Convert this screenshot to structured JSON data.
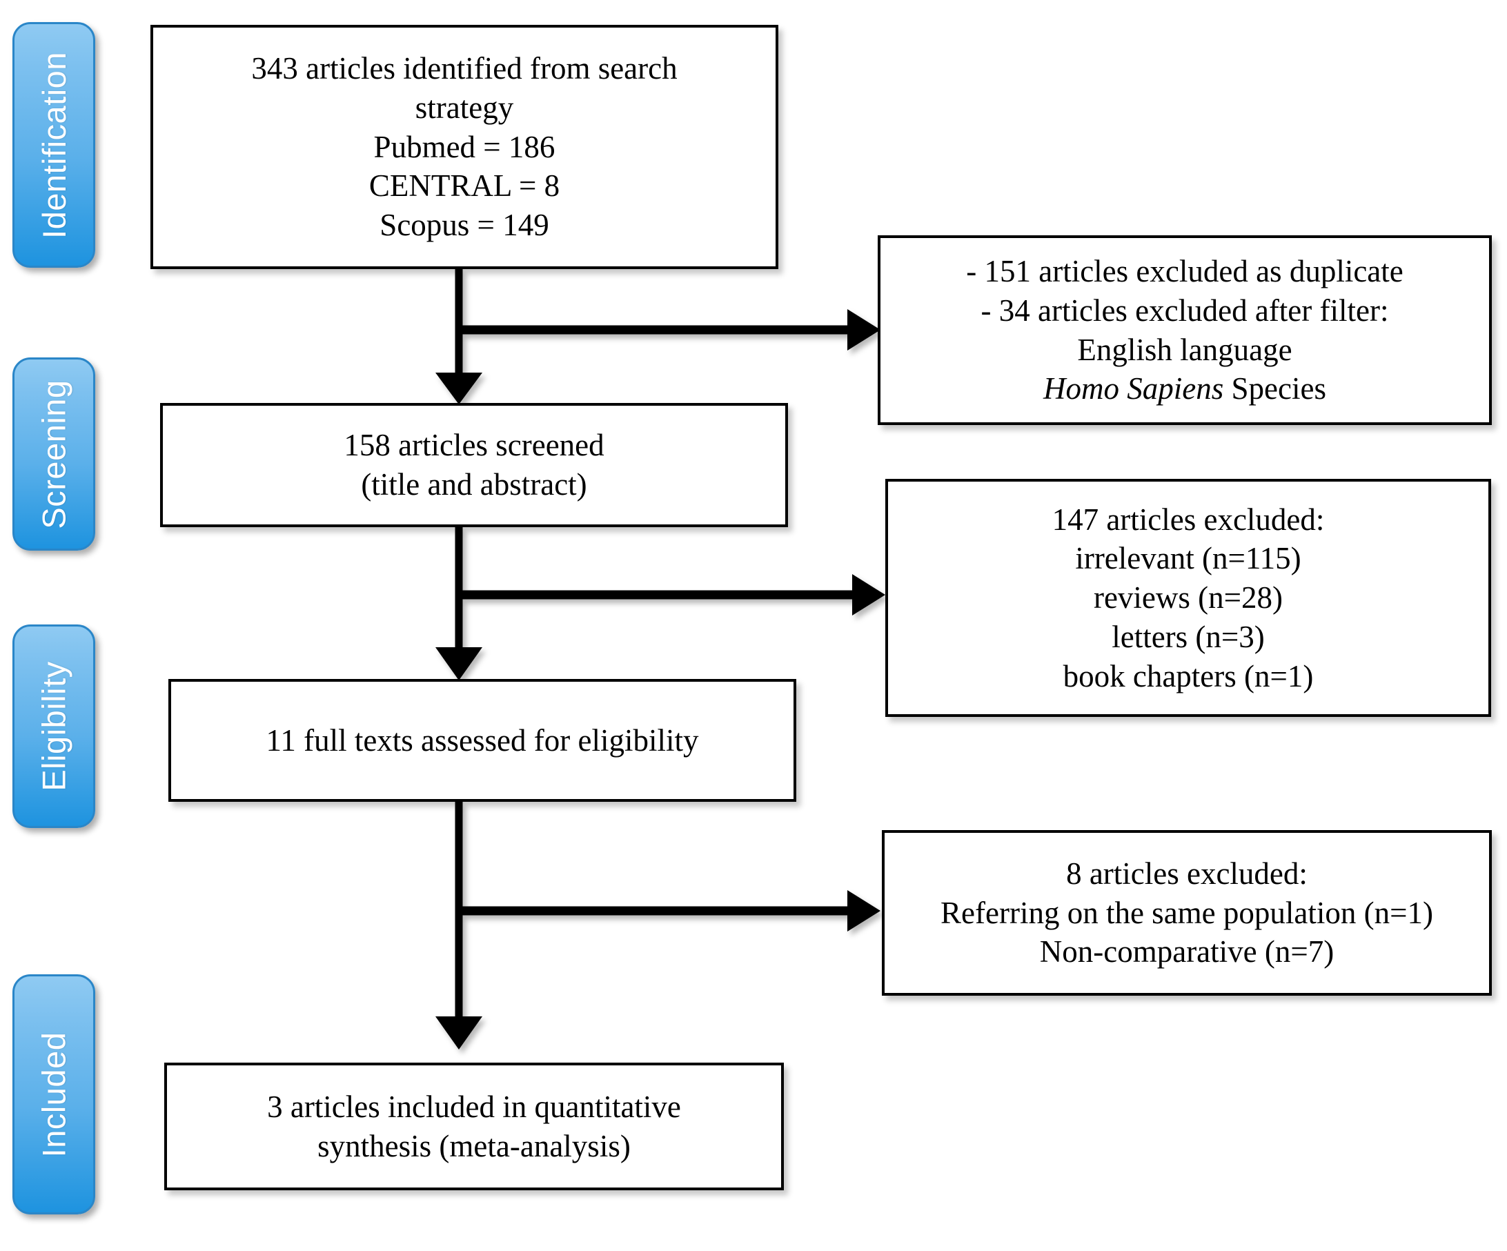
{
  "diagram": {
    "title": "PRISMA study selection flow diagram",
    "accent_color": "#2E9BE2",
    "box_border_color": "#000000",
    "background": "#ffffff"
  },
  "stages": [
    {
      "id": "identification",
      "label": "Identification"
    },
    {
      "id": "screening",
      "label": "Screening"
    },
    {
      "id": "eligibility",
      "label": "Eligibility"
    },
    {
      "id": "included",
      "label": "Included"
    }
  ],
  "boxes": {
    "identified": {
      "lines": [
        "343 articles identified from search",
        "strategy",
        "Pubmed = 186",
        "CENTRAL = 8",
        "Scopus = 149"
      ]
    },
    "excluded_duplicates": {
      "lines": [
        "- 151 articles excluded as duplicate",
        "-  34 articles excluded after filter:",
        "English language"
      ],
      "italic_line": {
        "italic": "Homo Sapiens",
        "plain": " Species"
      }
    },
    "screened": {
      "lines": [
        "158 articles screened",
        "(title and abstract)"
      ]
    },
    "excluded_screening": {
      "lines": [
        "147 articles excluded:",
        "irrelevant (n=115)",
        "reviews (n=28)",
        "letters (n=3)",
        "book chapters (n=1)"
      ]
    },
    "full_texts": {
      "lines": [
        "11 full texts assessed for eligibility"
      ]
    },
    "excluded_eligibility": {
      "lines": [
        "8 articles excluded:",
        "Referring on the same population (n=1)",
        "Non-comparative (n=7)"
      ]
    },
    "included_final": {
      "lines": [
        "3 articles included in quantitative",
        "synthesis (meta-analysis)"
      ]
    }
  },
  "connectors": [
    {
      "id": "identified-to-screened",
      "type": "arrow-down"
    },
    {
      "id": "identified-to-excluded-duplicates",
      "type": "arrow-right"
    },
    {
      "id": "screened-to-full-texts",
      "type": "arrow-down"
    },
    {
      "id": "screened-to-excluded-screening",
      "type": "arrow-right"
    },
    {
      "id": "full-texts-to-included",
      "type": "arrow-down"
    },
    {
      "id": "full-texts-to-excluded-eligibility",
      "type": "arrow-right"
    }
  ]
}
